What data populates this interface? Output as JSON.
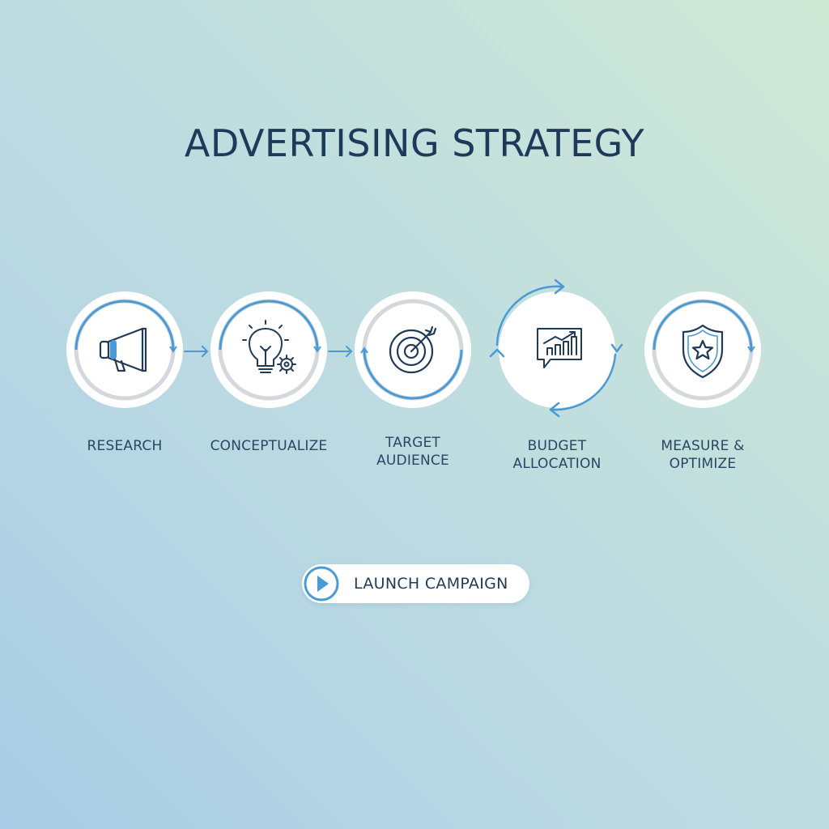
{
  "title": "ADVERTISING STRATEGY",
  "colors": {
    "accent": "#4a9ad6",
    "text": "#1f3b57",
    "ring_grey": "#d4d8dc",
    "circle_fill": "#ffffff"
  },
  "steps": [
    {
      "label_line1": "RESEARCH",
      "label_line2": "",
      "icon": "megaphone-icon"
    },
    {
      "label_line1": "CONCEPTUALIZE",
      "label_line2": "",
      "icon": "lightbulb-gear-icon"
    },
    {
      "label_line1": "TARGET",
      "label_line2": "AUDIENCE",
      "icon": "target-icon"
    },
    {
      "label_line1": "BUDGET",
      "label_line2": "ALLOCATION",
      "icon": "growth-chart-icon"
    },
    {
      "label_line1": "MEASURE &",
      "label_line2": "OPTIMIZE",
      "icon": "shield-star-icon"
    }
  ],
  "launch_button": {
    "label": "LAUNCH CAMPAIGN",
    "icon": "play-icon"
  }
}
